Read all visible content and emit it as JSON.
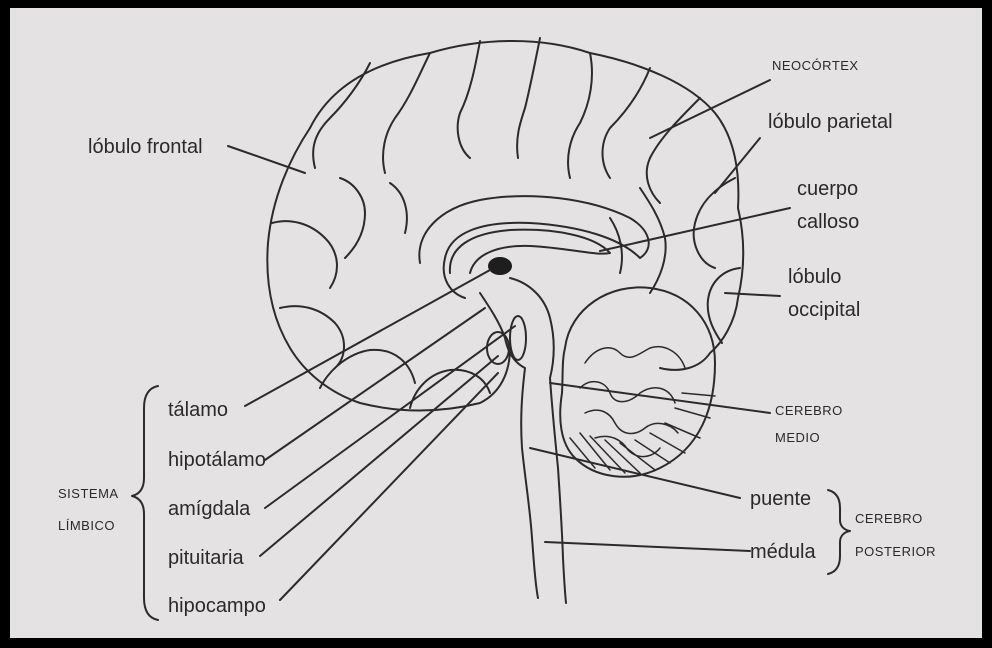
{
  "labels": {
    "neocortex": "NEOCÓRTEX",
    "parietal": "lóbulo parietal",
    "frontal": "lóbulo frontal",
    "cuerpo_1": "cuerpo",
    "cuerpo_2": "calloso",
    "occipital_1": "lóbulo",
    "occipital_2": "occipital",
    "medio_1": "CEREBRO",
    "medio_2": "MEDIO",
    "talamo": "tálamo",
    "hipotalamo": "hipotálamo",
    "amigdala": "amígdala",
    "pituitaria": "pituitaria",
    "hipocampo": "hipocampo",
    "limbico_1": "SISTEMA",
    "limbico_2": "LÍMBICO",
    "puente": "puente",
    "medula": "médula",
    "posterior_1": "CEREBRO",
    "posterior_2": "POSTERIOR"
  }
}
